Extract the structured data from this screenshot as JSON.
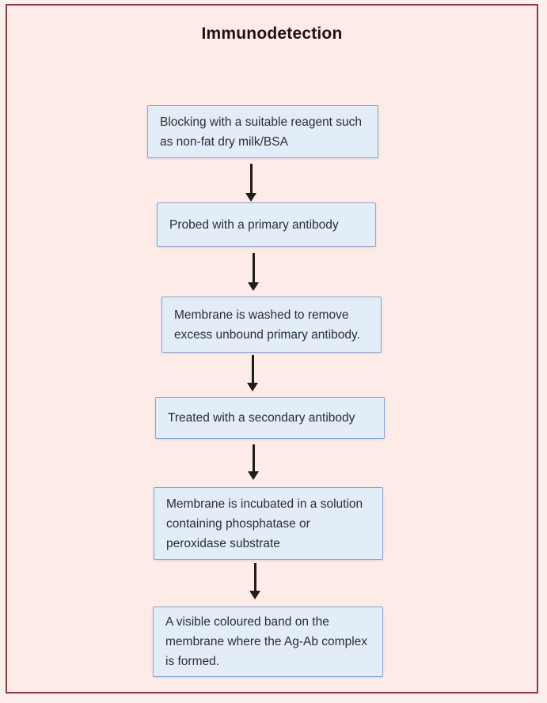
{
  "diagram": {
    "title": "Immunodetection",
    "type": "flowchart",
    "direction": "top-down",
    "steps": [
      {
        "label": "Blocking with a suitable  reagent such as non-fat dry milk/BSA"
      },
      {
        "label": "Probed with a primary antibody"
      },
      {
        "label": "Membrane is washed to remove excess unbound primary antibody."
      },
      {
        "label": "Treated with a secondary antibody"
      },
      {
        "label": "Membrane is incubated in a solution containing phosphatase or peroxidase substrate"
      },
      {
        "label": "A visible coloured band on the membrane where the Ag-Ab complex is formed."
      }
    ],
    "connectors": [
      {
        "from": 1,
        "to": 2,
        "shape": "down-arrow"
      },
      {
        "from": 2,
        "to": 3,
        "shape": "down-arrow"
      },
      {
        "from": 3,
        "to": 4,
        "shape": "down-arrow"
      },
      {
        "from": 4,
        "to": 5,
        "shape": "down-arrow"
      },
      {
        "from": 5,
        "to": 6,
        "shape": "down-arrow"
      }
    ],
    "colors": {
      "page_background": "#fcebe7",
      "frame_border": "#8e3b3b",
      "box_fill": "#e2edf8",
      "box_border": "#8aa7cf",
      "arrow": "#201c1c",
      "title_text": "#1c1313",
      "step_text": "#2e2e2e"
    }
  }
}
